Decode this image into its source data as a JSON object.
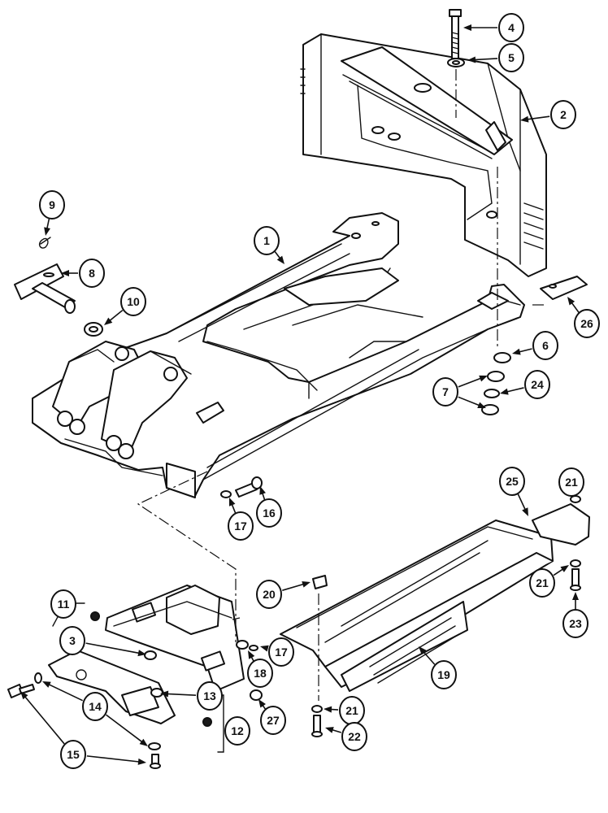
{
  "callouts": [
    {
      "label": "1"
    },
    {
      "label": "2"
    },
    {
      "label": "3"
    },
    {
      "label": "4"
    },
    {
      "label": "5"
    },
    {
      "label": "6"
    },
    {
      "label": "7"
    },
    {
      "label": "8"
    },
    {
      "label": "9"
    },
    {
      "label": "10"
    },
    {
      "label": "11"
    },
    {
      "label": "12"
    },
    {
      "label": "13"
    },
    {
      "label": "14"
    },
    {
      "label": "15"
    },
    {
      "label": "16"
    },
    {
      "label": "17"
    },
    {
      "label": "17"
    },
    {
      "label": "18"
    },
    {
      "label": "19"
    },
    {
      "label": "20"
    },
    {
      "label": "21"
    },
    {
      "label": "21"
    },
    {
      "label": "21"
    },
    {
      "label": "22"
    },
    {
      "label": "23"
    },
    {
      "label": "24"
    },
    {
      "label": "25"
    },
    {
      "label": "26"
    },
    {
      "label": "27"
    }
  ]
}
